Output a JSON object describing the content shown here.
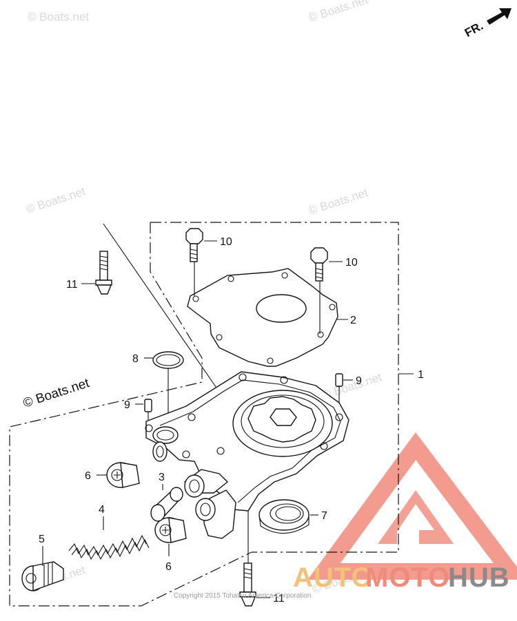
{
  "orientation": {
    "label": "FR."
  },
  "watermarks": {
    "site": "© Boats.net",
    "site_main": "© Boats.net"
  },
  "copyright": "Copyright 2015 Tohatsu America Corporation",
  "brand": {
    "word_part1": "AUTO",
    "word_part2": "MOTO",
    "word_part3": "HUB",
    "color_primary": "#f08a7a",
    "color_secondary": "#f3c178",
    "color_dark": "#8a8a8a"
  },
  "callouts": [
    {
      "number": "1"
    },
    {
      "number": "2"
    },
    {
      "number": "3"
    },
    {
      "number": "4"
    },
    {
      "number": "5"
    },
    {
      "number": "6"
    },
    {
      "number": "6"
    },
    {
      "number": "7"
    },
    {
      "number": "8"
    },
    {
      "number": "9"
    },
    {
      "number": "9"
    },
    {
      "number": "10"
    },
    {
      "number": "10"
    },
    {
      "number": "11"
    },
    {
      "number": "11"
    }
  ]
}
